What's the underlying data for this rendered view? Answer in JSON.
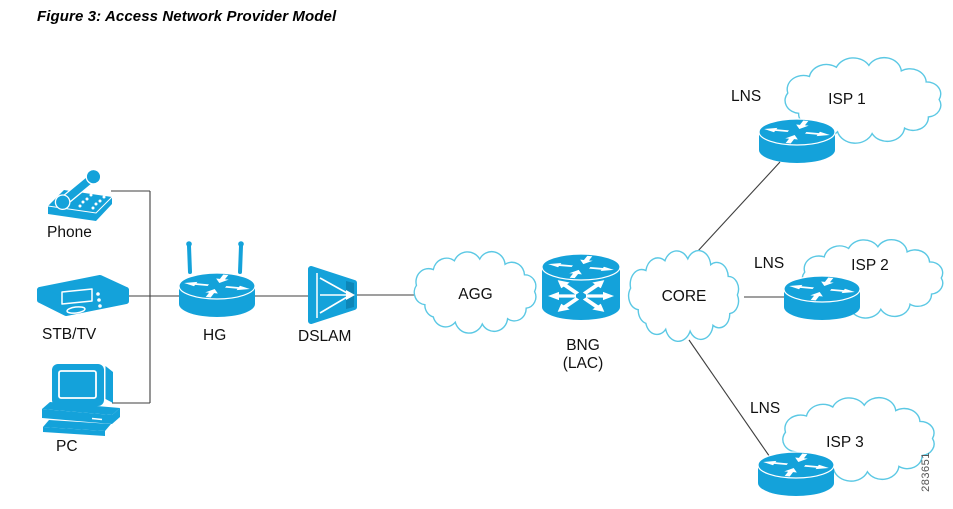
{
  "figure": {
    "title": "Figure 3: Access Network Provider Model",
    "watermark": "283651"
  },
  "colors": {
    "icon": "#14a2da",
    "icon_dark": "#0d86b8",
    "cloud_outline": "#5bc8e4",
    "line": "#3f3f3f",
    "text": "#111111"
  },
  "nodes": {
    "phone": {
      "label": "Phone",
      "type": "telephone"
    },
    "stb": {
      "label": "STB/TV",
      "type": "set-top-box"
    },
    "pc": {
      "label": "PC",
      "type": "desktop-computer"
    },
    "hg": {
      "label": "HG",
      "type": "wireless-router"
    },
    "dslam": {
      "label": "DSLAM",
      "type": "dslam"
    },
    "agg": {
      "label": "AGG",
      "type": "cloud"
    },
    "bng": {
      "label": "BNG",
      "sublabel": "(LAC)",
      "type": "bng-router"
    },
    "core": {
      "label": "CORE",
      "type": "cloud"
    },
    "lns1": {
      "label": "LNS",
      "type": "router"
    },
    "lns2": {
      "label": "LNS",
      "type": "router"
    },
    "lns3": {
      "label": "LNS",
      "type": "router"
    },
    "isp1": {
      "label": "ISP 1",
      "type": "cloud"
    },
    "isp2": {
      "label": "ISP 2",
      "type": "cloud"
    },
    "isp3": {
      "label": "ISP 3",
      "type": "cloud"
    }
  },
  "edges": [
    {
      "from": "Phone",
      "to": "HG"
    },
    {
      "from": "STB/TV",
      "to": "HG"
    },
    {
      "from": "PC",
      "to": "HG"
    },
    {
      "from": "HG",
      "to": "DSLAM"
    },
    {
      "from": "DSLAM",
      "to": "AGG"
    },
    {
      "from": "AGG",
      "to": "BNG (LAC)"
    },
    {
      "from": "BNG (LAC)",
      "to": "CORE"
    },
    {
      "from": "CORE",
      "to": "LNS / ISP 1"
    },
    {
      "from": "CORE",
      "to": "LNS / ISP 2"
    },
    {
      "from": "CORE",
      "to": "LNS / ISP 3"
    }
  ]
}
